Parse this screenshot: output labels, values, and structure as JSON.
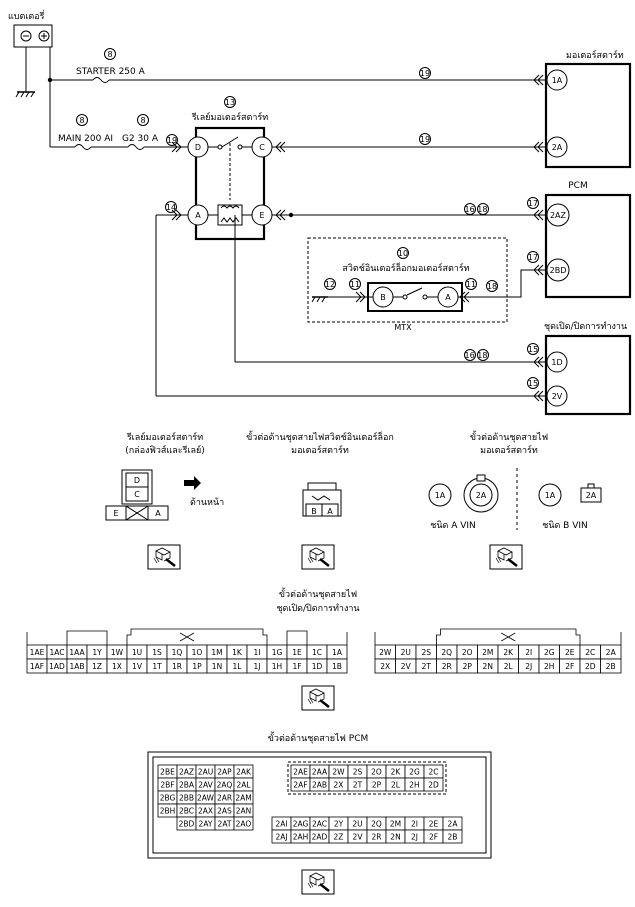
{
  "battery": {
    "label": "แบตเตอรี่",
    "neg": "⊖",
    "pos": "⊕"
  },
  "fuses": {
    "starter": {
      "num": "8",
      "label": "STARTER 250 A"
    },
    "main": {
      "num": "8",
      "label": "MAIN 200 AI"
    },
    "g2": {
      "num": "8",
      "label": "G2 30 A"
    }
  },
  "wire_refs": {
    "w19": "19",
    "w14": "14",
    "w1618": "16 18",
    "w17": "17",
    "w15": "15",
    "w12": "12",
    "w11": "11",
    "w10": "10",
    "w13": "13"
  },
  "relay": {
    "title": "รีเลย์มอเตอร์สตาร์ท",
    "pins": {
      "D": "D",
      "C": "C",
      "A": "A",
      "E": "E"
    }
  },
  "starter_motor": {
    "title": "มอเตอร์สตาร์ท",
    "pins": [
      "1A",
      "2A"
    ]
  },
  "pcm": {
    "title": "PCM",
    "pins": [
      "2AZ",
      "2BD"
    ]
  },
  "interlock": {
    "title": "สวิตช์อินเตอร์ล็อกมอเตอร์สตาร์ท",
    "pins": [
      "B",
      "A"
    ],
    "mtx": "MTX"
  },
  "instrument": {
    "title": "ชุดเปิด/ปิดการทำงาน",
    "pins": [
      "1D",
      "2V"
    ]
  },
  "legend": {
    "relay_title1": "รีเลย์มอเตอร์สตาร์ท",
    "relay_title2": "(กล่องฟิวส์และรีเลย์)",
    "front": "ด้านหน้า",
    "relay_cells": [
      "D",
      "C",
      "E",
      "A"
    ],
    "interlock_title1": "ขั้วต่อด้านชุดสายไฟสวิตช์อินเตอร์ล็อก",
    "interlock_title2": "มอเตอร์สตาร์ท",
    "interlock_cells": [
      "B",
      "A"
    ],
    "starter_title1": "ขั้วต่อด้านชุดสายไฟ",
    "starter_title2": "มอเตอร์สตาร์ท",
    "starter_a_pins": [
      "1A",
      "2A"
    ],
    "starter_b_pins": [
      "1A",
      "2A"
    ],
    "type_a": "ชนิด A VIN",
    "type_b": "ชนิด B VIN"
  },
  "instr_connector": {
    "title1": "ขั้วต่อด้านชุดสายไฟ",
    "title2": "ชุดเปิด/ปิดการทำงาน",
    "left_top": [
      "1AE",
      "1AC",
      "1AA",
      "1Y",
      "1W",
      "1U",
      "1S",
      "1Q",
      "1O",
      "1M",
      "1K",
      "1I",
      "1G",
      "1E",
      "1C",
      "1A"
    ],
    "left_bot": [
      "1AF",
      "1AD",
      "1AB",
      "1Z",
      "1X",
      "1V",
      "1T",
      "1R",
      "1P",
      "1N",
      "1L",
      "1J",
      "1H",
      "1F",
      "1D",
      "1B"
    ],
    "right_top": [
      "2W",
      "2U",
      "2S",
      "2Q",
      "2O",
      "2M",
      "2K",
      "2I",
      "2G",
      "2E",
      "2C",
      "2A"
    ],
    "right_bot": [
      "2X",
      "2V",
      "2T",
      "2R",
      "2P",
      "2N",
      "2L",
      "2J",
      "2H",
      "2F",
      "2D",
      "2B"
    ]
  },
  "pcm_connector": {
    "title": "ขั้วต่อด้านชุดสายไฟ PCM",
    "left_rows": [
      [
        "2BE",
        "2AZ",
        "2AU",
        "2AP",
        "2AK"
      ],
      [
        "2BF",
        "2BA",
        "2AV",
        "2AQ",
        "2AL"
      ],
      [
        "2BG",
        "2BB",
        "2AW",
        "2AR",
        "2AM"
      ],
      [
        "2BH",
        "2BC",
        "2AX",
        "2AS",
        "2AN"
      ],
      [
        "2BD",
        "2AY",
        "2AT",
        "2AO"
      ]
    ],
    "inner_top": [
      "2AE",
      "2AA",
      "2W",
      "2S",
      "2O",
      "2K",
      "2G",
      "2C"
    ],
    "inner_bot": [
      "2AF",
      "2AB",
      "2X",
      "2T",
      "2P",
      "2L",
      "2H",
      "2D"
    ],
    "bottom_top": [
      "2AI",
      "2AG",
      "2AC",
      "2Y",
      "2U",
      "2Q",
      "2M",
      "2I",
      "2E",
      "2A"
    ],
    "bottom_bot": [
      "2AJ",
      "2AH",
      "2AD",
      "2Z",
      "2V",
      "2R",
      "2N",
      "2J",
      "2F",
      "2B"
    ]
  }
}
